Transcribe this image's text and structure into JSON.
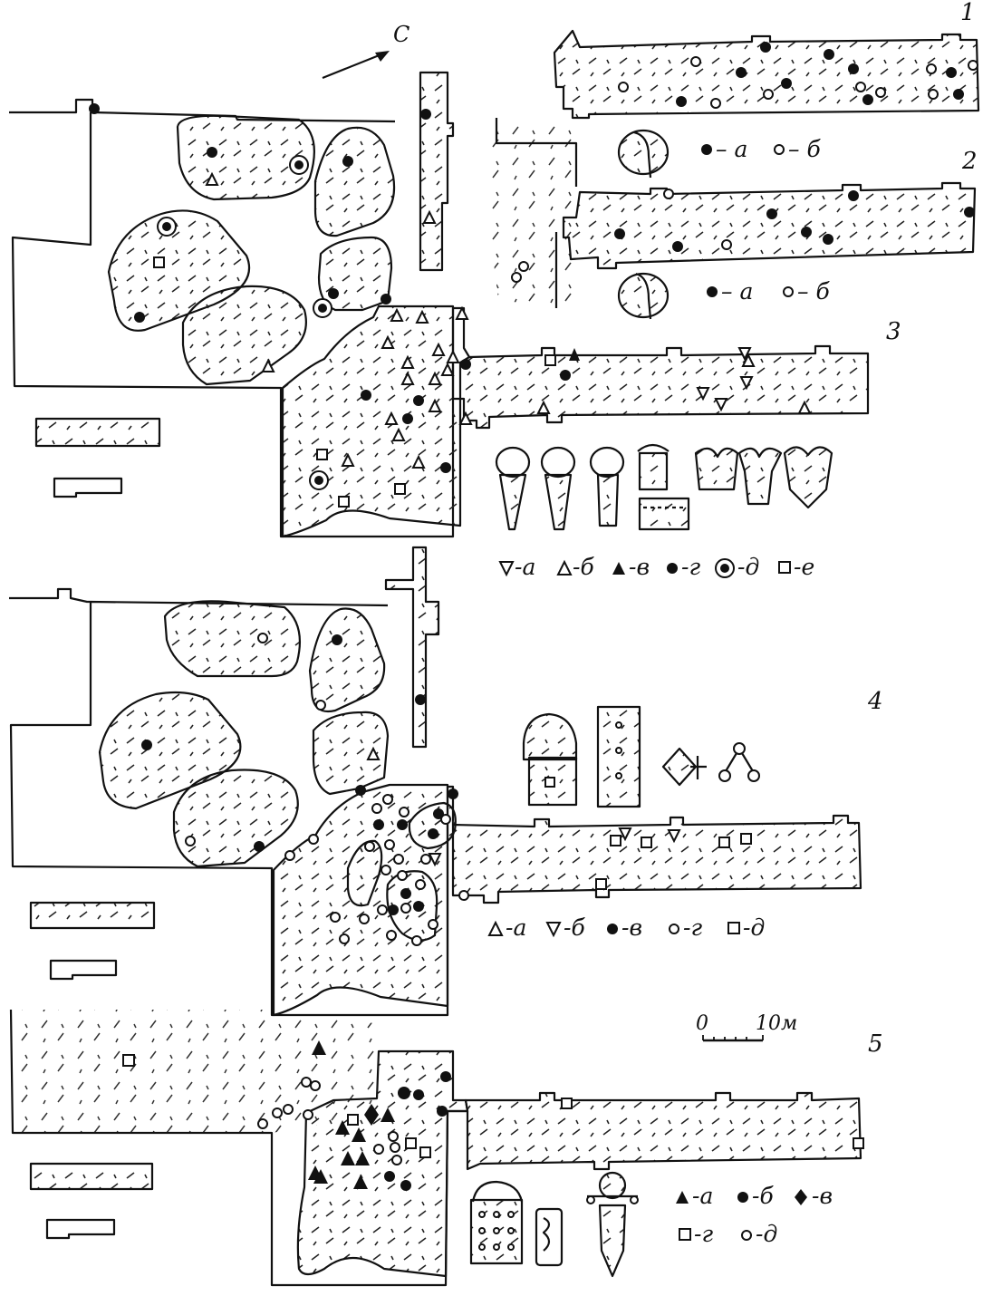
{
  "north_arrow": {
    "label": "С"
  },
  "panels": [
    {
      "number": "1",
      "legend": [
        {
          "symbol": "dot-filled",
          "label": "а"
        },
        {
          "symbol": "dot-open",
          "label": "б"
        }
      ]
    },
    {
      "number": "2",
      "legend": [
        {
          "symbol": "dot-filled",
          "label": "а"
        },
        {
          "symbol": "dot-open",
          "label": "б"
        }
      ]
    },
    {
      "number": "3",
      "legend": [
        {
          "symbol": "triangle-down-open",
          "label": "а"
        },
        {
          "symbol": "triangle-up-open",
          "label": "б"
        },
        {
          "symbol": "triangle-up-filled",
          "label": "в"
        },
        {
          "symbol": "dot-filled",
          "label": "г"
        },
        {
          "symbol": "dot-ringed",
          "label": "д"
        },
        {
          "symbol": "square-open",
          "label": "е"
        }
      ]
    },
    {
      "number": "4",
      "legend": [
        {
          "symbol": "triangle-up-open",
          "label": "а"
        },
        {
          "symbol": "triangle-down-open",
          "label": "б"
        },
        {
          "symbol": "dot-filled",
          "label": "в"
        },
        {
          "symbol": "dot-open",
          "label": "г"
        },
        {
          "symbol": "square-open",
          "label": "д"
        }
      ]
    },
    {
      "number": "5",
      "legend": [
        {
          "symbol": "triangle-up-filled",
          "label": "а"
        },
        {
          "symbol": "dot-filled",
          "label": "б"
        },
        {
          "symbol": "diamond-filled",
          "label": "в"
        },
        {
          "symbol": "square-open",
          "label": "г"
        },
        {
          "symbol": "dot-open",
          "label": "д"
        }
      ]
    }
  ],
  "scale_bar": {
    "start_label": "0",
    "end_label": "10м"
  }
}
